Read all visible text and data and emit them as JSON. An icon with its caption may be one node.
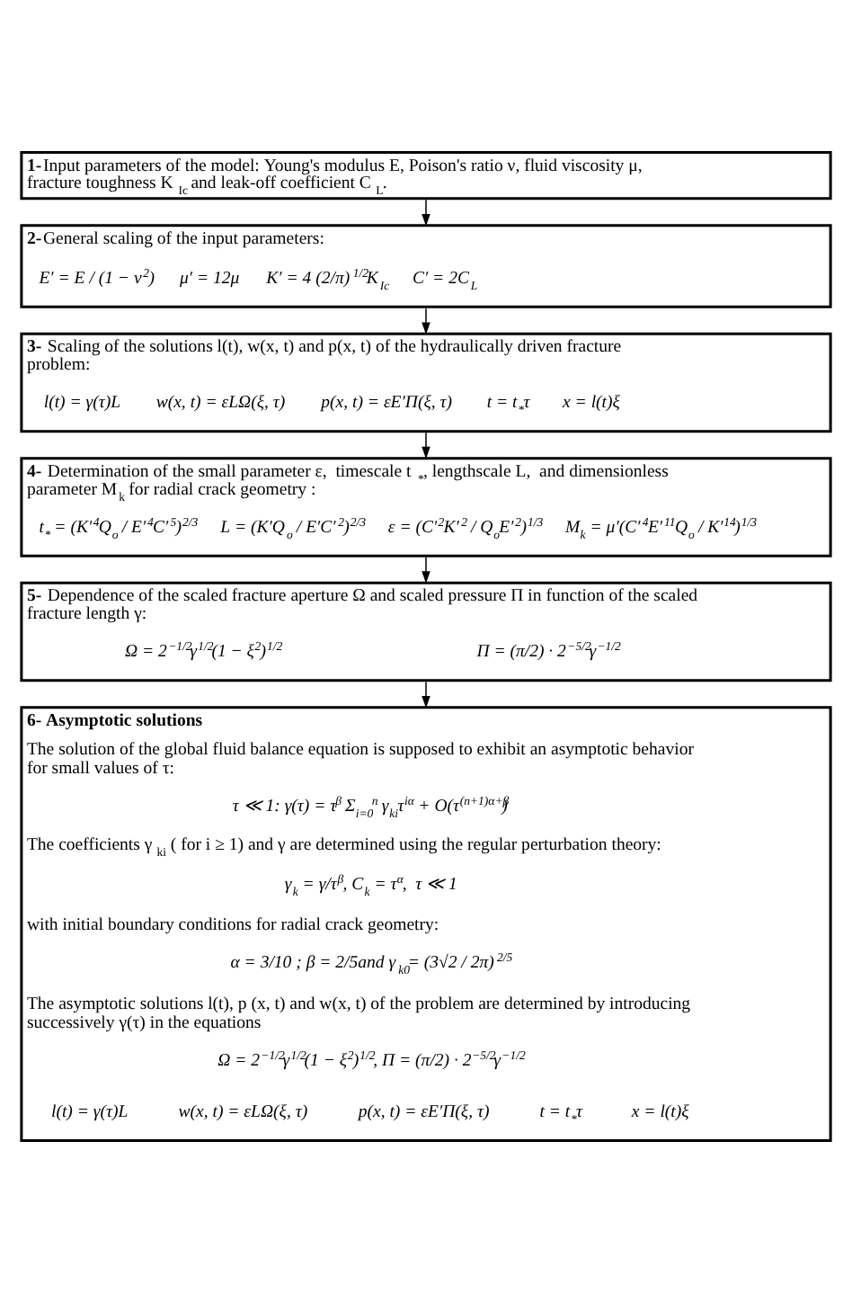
{
  "diagram": {
    "nodes": [
      {
        "text": [
          "**1-**Input parameters of the model: Young's modulus E, Poison's ratio ν, fluid viscosity μ, fracture toughness K$_{Ic}$ and leak-off coefficient C$_{L}$."
        ]
      },
      {
        "text": [
          "**2-**General scaling of the input parameters:",
          "E′ = E / (1 − ν$^{2}$)",
          "μ′ = 12μ",
          "K′ = 4 (2/π)$^{1/2}$K$_{Ic}$",
          "C′ = 2C$_{L}$"
        ]
      },
      {
        "text": [
          "**3-** Scaling of the solutions l(t), w(x, t) and p(x, t) of the hydraulically driven fracture problem:",
          "l(t) = γ(τ)L",
          "w(x, t) = εLΩ(ξ, τ)",
          "p(x, t) = εE′Π(ξ, τ)",
          "t = t$_{*}$τ",
          "x = l(t)ξ"
        ]
      },
      {
        "text": [
          "**4-** Determination of the small parameter ε,  timescale t$_{*}$, lengthscale L,  and dimensionless parameter M$_{k}$ for radial crack geometry :",
          "t$_{*}$ = (K′$^{4}$Q$_{o}$ / E′$^{4}$C′$^{5}$)$^{2/3}$",
          "L = (K′Q$_{o}$ / E′C′$^{2}$)$^{2/3}$",
          "ε = (C′$^{2}$K′$^{2}$ / Q$_{o}$E′$^{2}$)$^{1/3}$",
          "M$_{k}$ = μ′(C′$^{4}$E′$^{11}$Q$_{o}$ / K′$^{14}$)$^{1/3}$"
        ]
      },
      {
        "text": [
          "**5-** Dependence of the scaled fracture aperture Ω and scaled pressure Π in function of the scaled fracture length γ:",
          "Ω = 2$^{−1/2}$γ$^{1/2}$(1 − ξ$^{2}$)$^{1/2}$",
          "Π = (π/2) · 2$^{−5/2}$γ$^{−1/2}$"
        ]
      },
      {
        "text": [
          "6- Asymptotic solutions",
          "The solution of the global fluid balance equation is supposed to exhibit an asymptotic behavior for small values of τ:",
          "τ ≪ 1: γ(τ) = τ$^{β}$ Σ$_{i=0}$$^{n}$ γ$_{ki}$τ$^{iα}$ + O(τ$^{(n+1)α+β}$)",
          "The coefficients γ$_{ki}$ ( for i ≥ 1) and γ are determined using the regular perturbation theory:",
          "γ$_{k}$ = γ/τ$^{β}$, C$_{k}$ = τ$^{α}$,  τ ≪ 1",
          "with initial boundary conditions for radial crack geometry:",
          "α = 3/10 ; β = 2/5and γ$_{k0}$= (3√2 / 2π)$^{2/5}$",
          "The asymptotic solutions l(t), p (x, t) and w(x, t) of the problem are determined by introducing successively γ(τ) in the equations",
          "Ω = 2$^{−1/2}$γ$^{1/2}$(1 − ξ$^{2}$)$^{1/2}$, Π = (π/2) · 2$^{−5/2}$γ$^{−1/2}$",
          "l(t) = γ(τ)L",
          "w(x, t) = εLΩ(ξ, τ)",
          "p(x, t) = εE′Π(ξ, τ)",
          "t = t$_{*}$τ",
          "x = l(t)ξ"
        ]
      }
    ],
    "edges": [
      {
        "from": 0,
        "to": 1,
        "arrow": "to"
      },
      {
        "from": 1,
        "to": 2,
        "arrow": "to"
      },
      {
        "from": 2,
        "to": 3,
        "arrow": "to"
      },
      {
        "from": 3,
        "to": 4,
        "arrow": "to"
      },
      {
        "from": 4,
        "to": 5,
        "arrow": "to"
      }
    ]
  }
}
